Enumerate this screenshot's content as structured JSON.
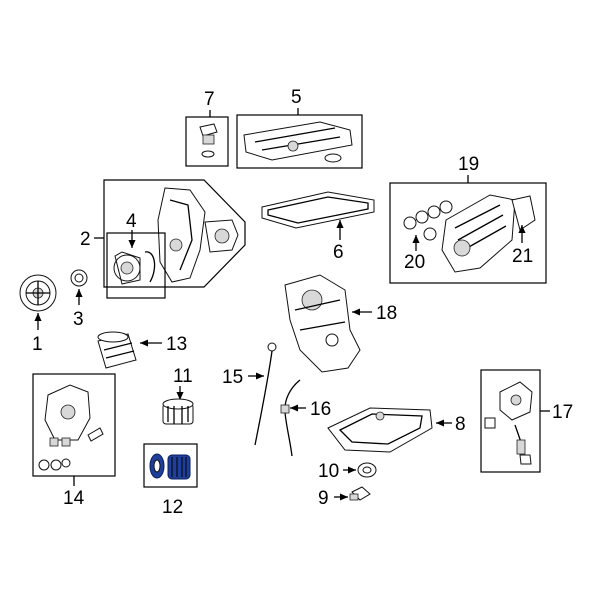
{
  "labels": {
    "c1": "1",
    "c2": "2",
    "c3": "3",
    "c4": "4",
    "c5": "5",
    "c6": "6",
    "c7": "7",
    "c8": "8",
    "c9": "9",
    "c10": "10",
    "c11": "11",
    "c12": "12",
    "c13": "13",
    "c14": "14",
    "c15": "15",
    "c16": "16",
    "c17": "17",
    "c18": "18",
    "c19": "19",
    "c20": "20",
    "c21": "21"
  },
  "colors": {
    "line": "#000000",
    "highlight": "#1f3f9a"
  }
}
